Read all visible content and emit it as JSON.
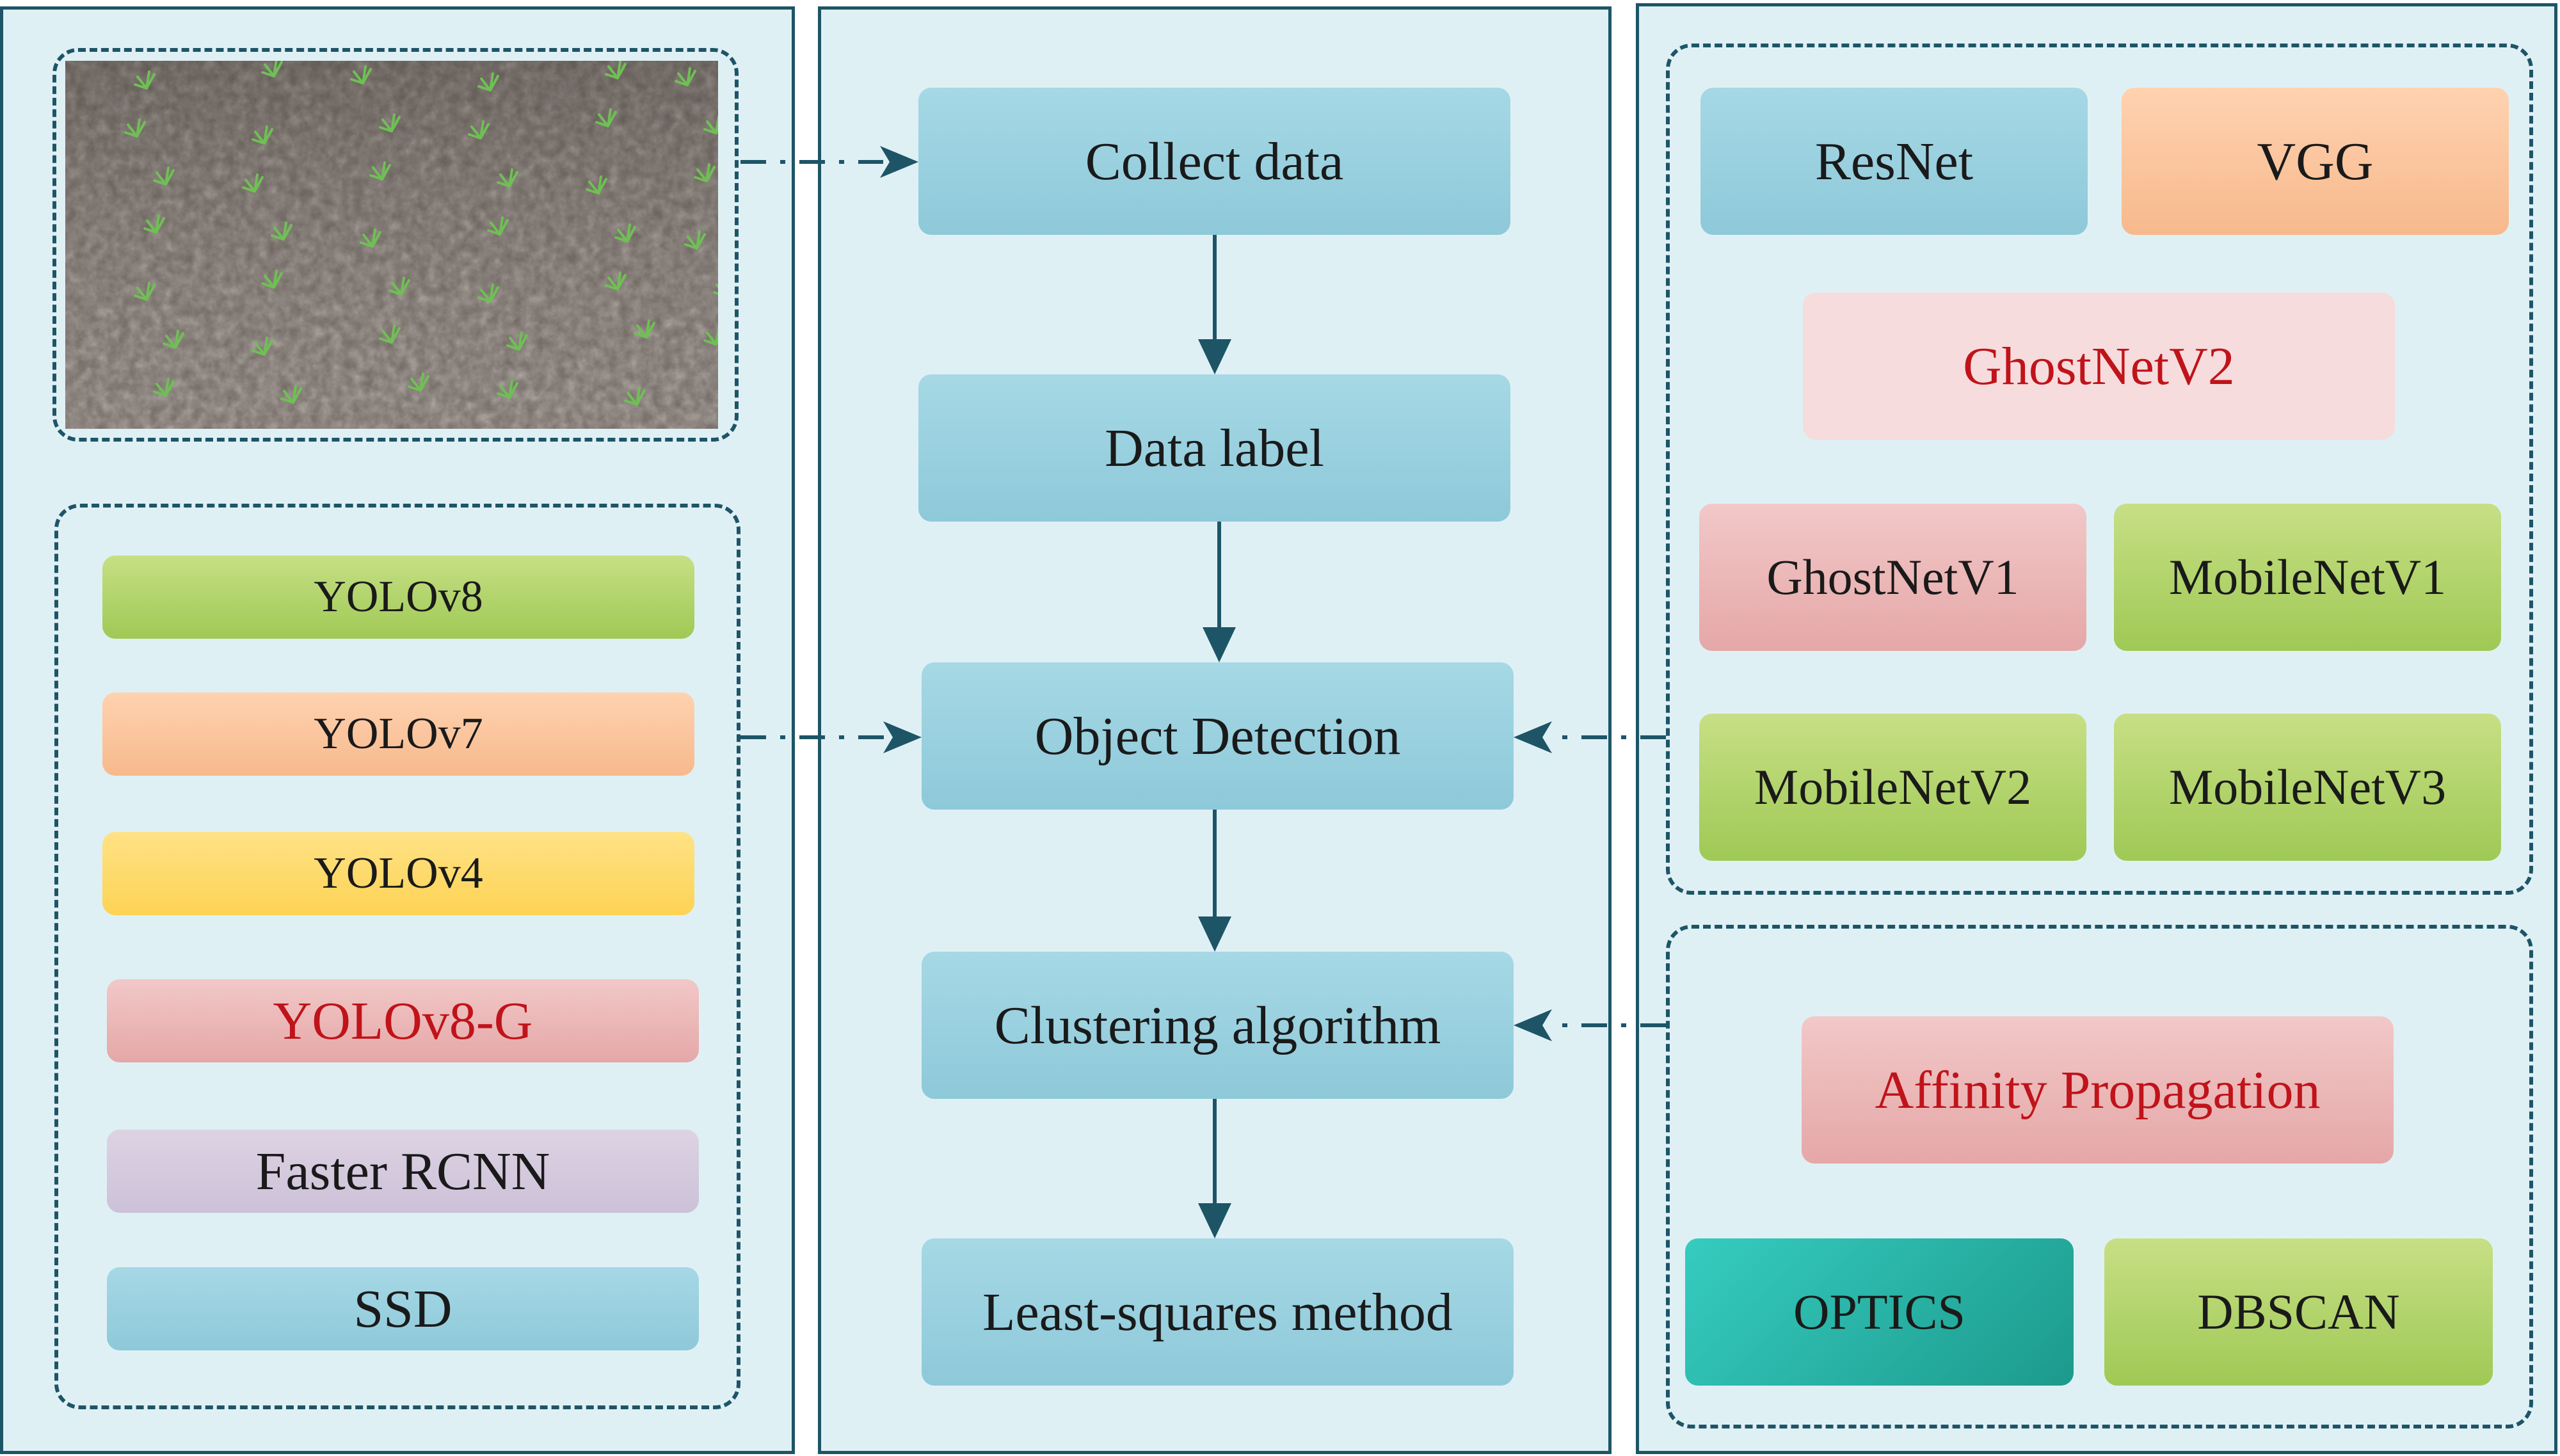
{
  "pipeline": {
    "collect": "Collect data",
    "label": "Data label",
    "detection": "Object Detection",
    "clustering": "Clustering algorithm",
    "least_squares": "Least-squares method"
  },
  "detectors": {
    "yolov8": "YOLOv8",
    "yolov7": "YOLOv7",
    "yolov4": "YOLOv4",
    "yolov8g": "YOLOv8-G",
    "faster_rcnn": "Faster RCNN",
    "ssd": "SSD"
  },
  "backbones": {
    "resnet": "ResNet",
    "vgg": "VGG",
    "ghostnetv2": "GhostNetV2",
    "ghostnetv1": "GhostNetV1",
    "mobilenetv1": "MobileNetV1",
    "mobilenetv2": "MobileNetV2",
    "mobilenetv3": "MobileNetV3"
  },
  "clustering": {
    "affinity": "Affinity Propagation",
    "optics": "OPTICS",
    "dbscan": "DBSCAN"
  },
  "colors": {
    "panel_bg": "#dff0f5",
    "border": "#1d5567",
    "highlight_text": "#c0131a"
  }
}
